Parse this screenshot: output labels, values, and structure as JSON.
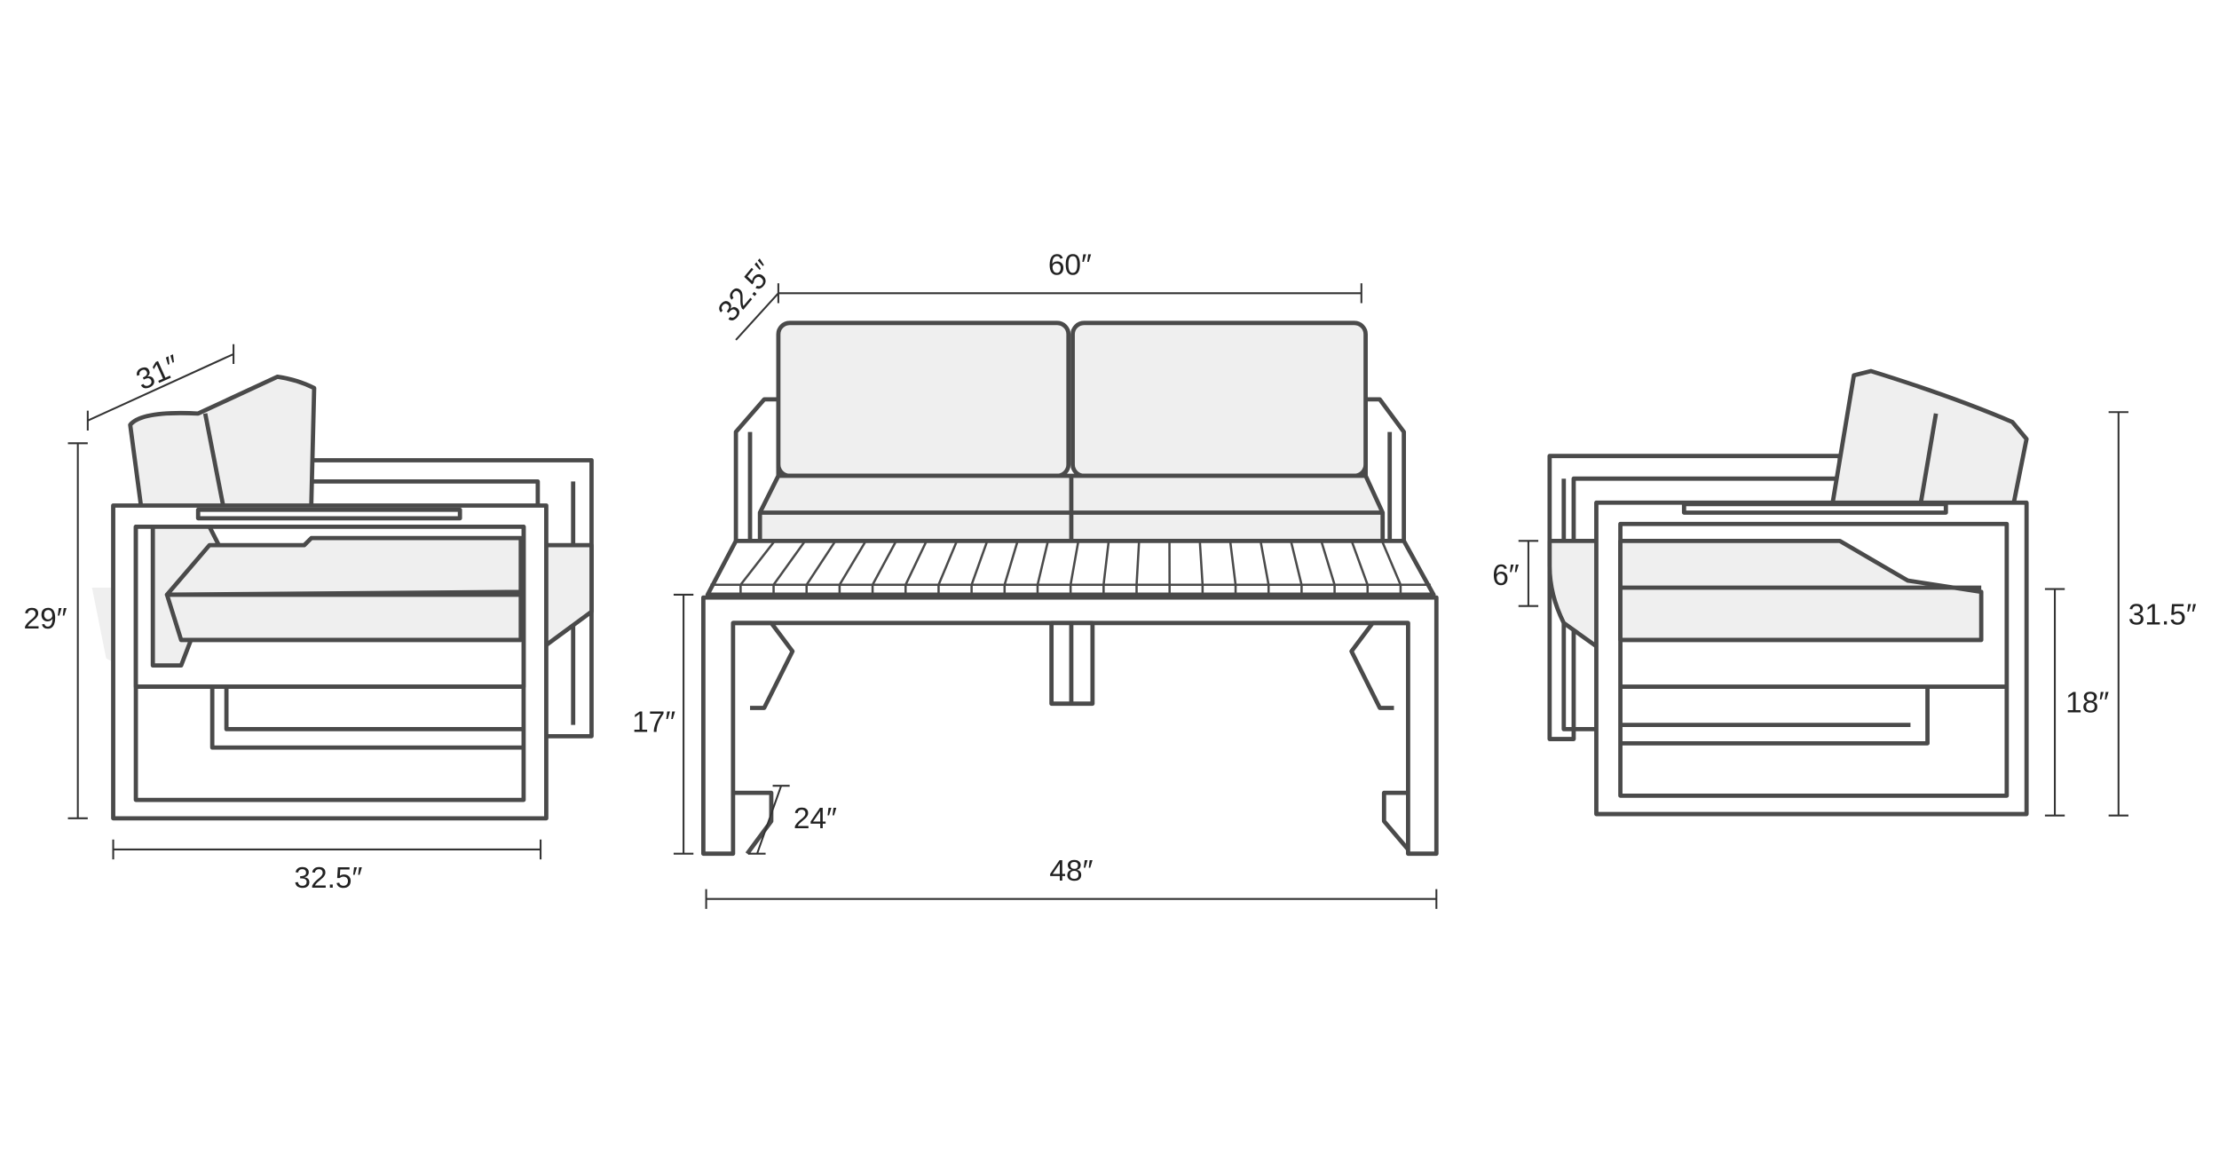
{
  "dimensions": {
    "lounge_chair_left": {
      "depth": "31″",
      "height": "29″",
      "width": "32.5″"
    },
    "loveseat": {
      "depth": "32.5″",
      "width": "60″"
    },
    "coffee_table": {
      "height": "17″",
      "depth": "24″",
      "width": "48″"
    },
    "lounge_chair_right": {
      "arm_height": "6″",
      "seat_height": "18″",
      "height": "31.5″"
    }
  },
  "colors": {
    "line": "#4a4a4a",
    "cushion": "#efefef"
  }
}
